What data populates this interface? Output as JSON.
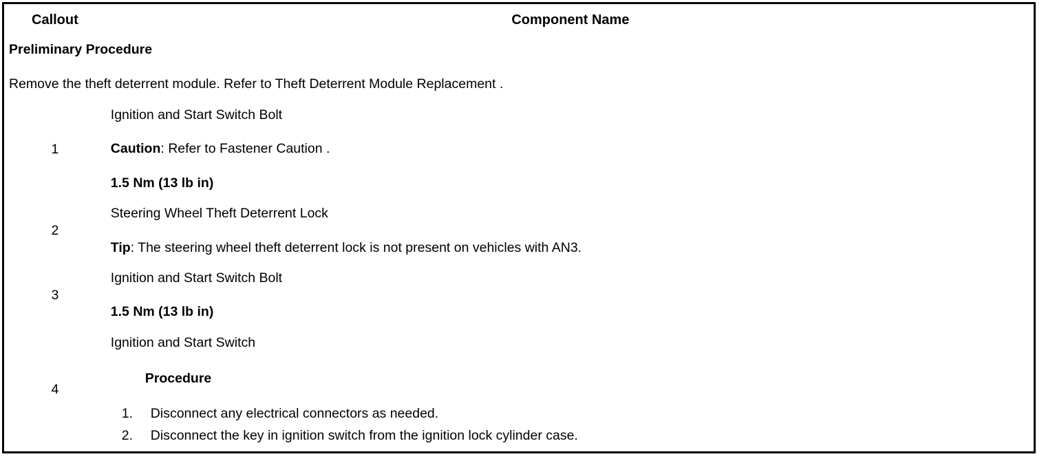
{
  "table": {
    "columns": [
      {
        "key": "callout",
        "header": "Callout"
      },
      {
        "key": "component",
        "header": "Component Name"
      }
    ],
    "preliminary": {
      "title": "Preliminary Procedure",
      "text": "Remove the theft deterrent module. Refer to Theft Deterrent Module Replacement ."
    },
    "rows": [
      {
        "callout": "1",
        "lines": [
          {
            "text": "Ignition and Start Switch Bolt"
          },
          {
            "label": "Caution",
            "text": ": Refer to Fastener Caution ."
          },
          {
            "text": "1.5 Nm (13 lb in)",
            "bold": true
          }
        ]
      },
      {
        "callout": "2",
        "lines": [
          {
            "text": "Steering Wheel Theft Deterrent Lock"
          },
          {
            "label": "Tip",
            "text": ": The steering wheel theft deterrent lock is not present on vehicles with AN3."
          }
        ]
      },
      {
        "callout": "3",
        "lines": [
          {
            "text": "Ignition and Start Switch Bolt"
          },
          {
            "text": "1.5 Nm (13 lb in)",
            "bold": true
          }
        ]
      },
      {
        "callout": "4",
        "lines": [
          {
            "text": "Ignition and Start Switch"
          }
        ],
        "procedure_heading": "Procedure",
        "procedure_steps": [
          "Disconnect any electrical connectors as needed.",
          "Disconnect the key in ignition switch from the ignition lock cylinder case."
        ]
      }
    ]
  }
}
